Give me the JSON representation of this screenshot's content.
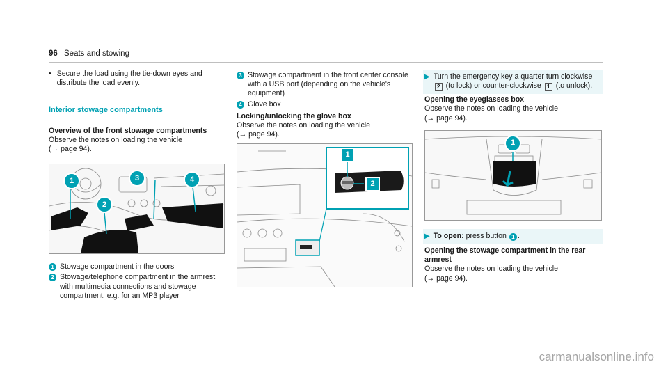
{
  "header": {
    "page_number": "96",
    "section": "Seats and stowing"
  },
  "col1": {
    "bullet": "Secure the load using the tie-down eyes and distribute the load evenly.",
    "section_heading": "Interior stowage compartments",
    "subheading": "Overview of the front stowage compartments",
    "intro": "Observe the notes on loading the vehicle",
    "ref": "(→ page 94).",
    "figure_callouts": [
      "1",
      "2",
      "3",
      "4"
    ],
    "legend": [
      {
        "num": "1",
        "text": "Stowage compartment in the doors"
      },
      {
        "num": "2",
        "text": "Stowage/telephone compartment in the armrest with multimedia connections and stowage compartment, e.g. for an MP3 player"
      }
    ]
  },
  "col2": {
    "legend": [
      {
        "num": "3",
        "text": "Stowage compartment in the front center console with a USB port (depending on the vehicle's equipment)"
      },
      {
        "num": "4",
        "text": "Glove box"
      }
    ],
    "subheading": "Locking/unlocking the glove box",
    "intro": "Observe the notes on loading the vehicle",
    "ref": "(→ page 94).",
    "figure_callouts": [
      "1",
      "2"
    ]
  },
  "col3": {
    "step_pre": "Turn the emergency key a quarter turn clockwise",
    "step_box1": "2",
    "step_mid": "(to lock) or counter-clockwise",
    "step_box2": "1",
    "step_post": "(to unlock).",
    "subheading1": "Opening the eyeglasses box",
    "intro1": "Observe the notes on loading the vehicle",
    "ref1": "(→ page 94).",
    "figure_callout": "1",
    "step2_label": "To open:",
    "step2_text": "press button",
    "step2_num": "1",
    "subheading2": "Opening the stowage compartment in the rear armrest",
    "intro2": "Observe the notes on loading the vehicle",
    "ref2": "(→ page 94)."
  },
  "watermark": "carmanualsonline.info",
  "colors": {
    "accent": "#00a1b3",
    "rule": "#bfbfbf"
  }
}
